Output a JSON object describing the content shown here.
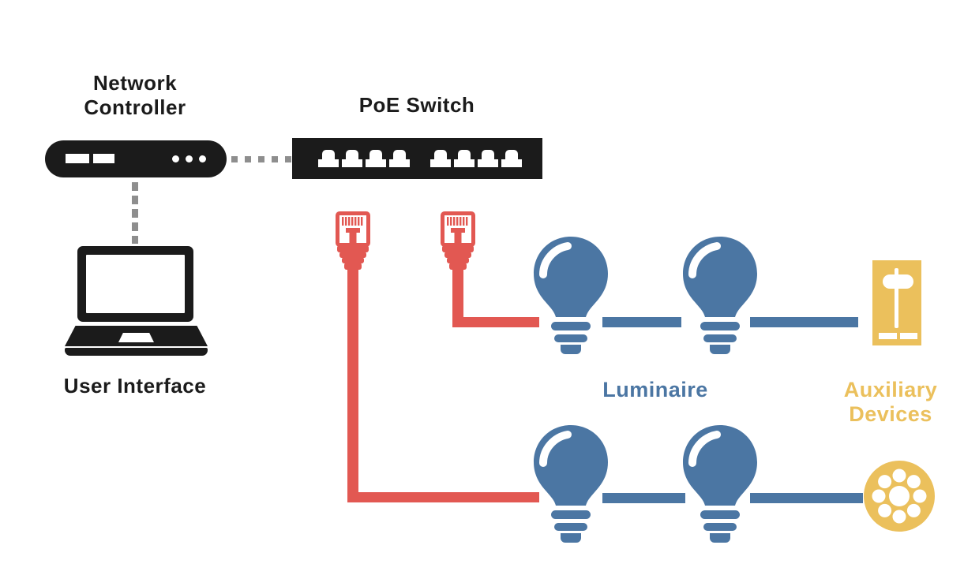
{
  "colors": {
    "ink": "#1b1b1b",
    "red": "#e25852",
    "blue": "#4b76a3",
    "gold": "#ebc05c",
    "gray": "#8e8e8e"
  },
  "nodes": {
    "network_controller": {
      "label": "Network Controller"
    },
    "poe_switch": {
      "label": "PoE Switch",
      "port_count": 8
    },
    "user_interface": {
      "label": "User Interface"
    },
    "luminaire": {
      "label": "Luminaire",
      "bulb_count": 4
    },
    "auxiliary_devices": {
      "label": "Auxiliary Devices",
      "device_count": 2
    }
  }
}
